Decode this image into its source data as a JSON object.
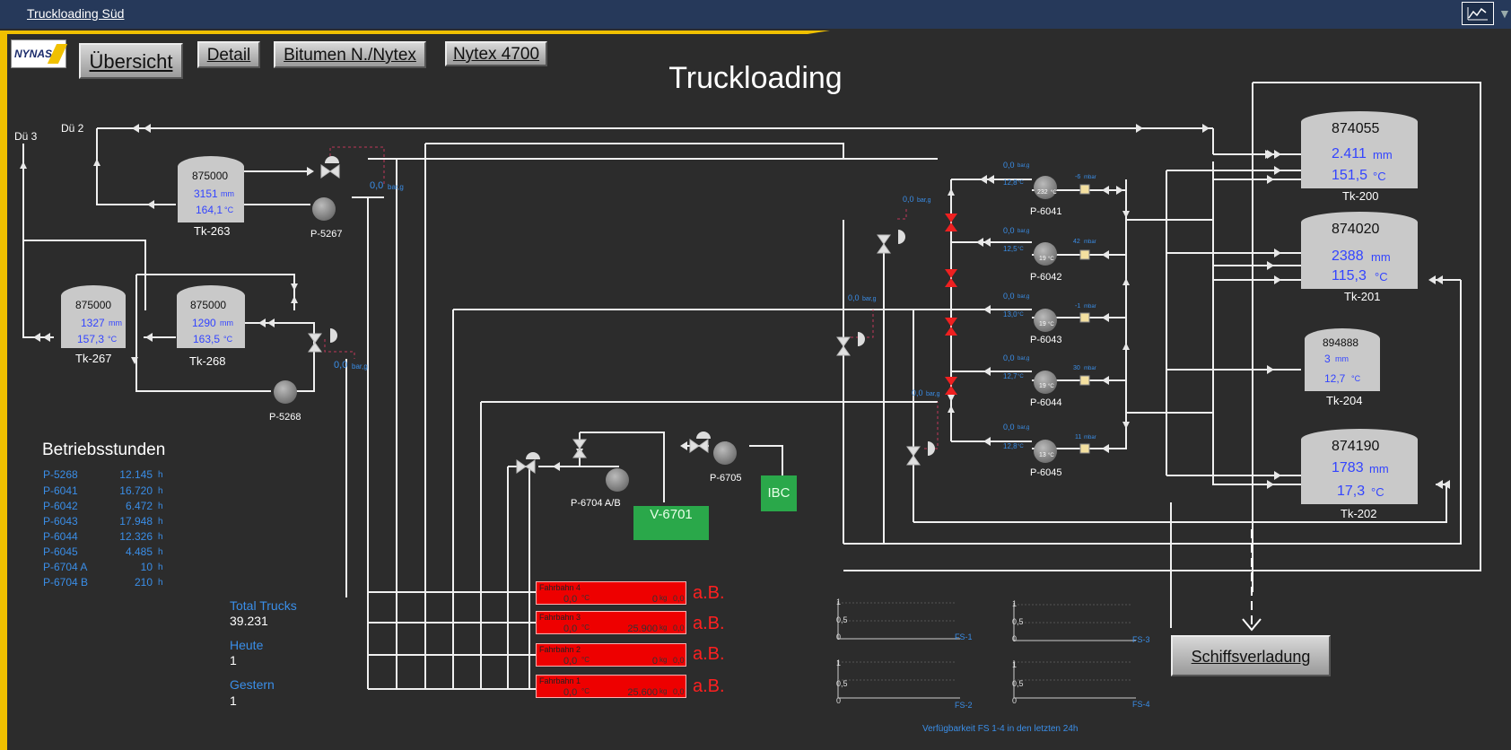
{
  "header": {
    "title": "Truckloading Süd"
  },
  "logo_text": "NYNAS",
  "nav": {
    "uebersicht": "Übersicht",
    "detail": "Detail",
    "bitumen": "Bitumen N./Nytex",
    "nytex": "Nytex 4700"
  },
  "page_title": "Truckloading",
  "feeds": {
    "du3": "Dü 3",
    "du2": "Dü 2"
  },
  "tanks_left": {
    "tk263": {
      "id": "875000",
      "level": "3151",
      "level_unit": "mm",
      "temp": "164,1",
      "temp_unit": "°C",
      "name": "Tk-263"
    },
    "tk267": {
      "id": "875000",
      "level": "1327",
      "level_unit": "mm",
      "temp": "157,3",
      "temp_unit": "°C",
      "name": "Tk-267"
    },
    "tk268": {
      "id": "875000",
      "level": "1290",
      "level_unit": "mm",
      "temp": "163,5",
      "temp_unit": "°C",
      "name": "Tk-268"
    }
  },
  "tanks_right": {
    "tk200": {
      "id": "874055",
      "level": "2.411",
      "level_unit": "mm",
      "temp": "151,5",
      "temp_unit": "°C",
      "name": "Tk-200"
    },
    "tk201": {
      "id": "874020",
      "level": "2388",
      "level_unit": "mm",
      "temp": "115,3",
      "temp_unit": "°C",
      "name": "Tk-201"
    },
    "tk204": {
      "id": "894888",
      "level": "3",
      "level_unit": "mm",
      "temp": "12,7",
      "temp_unit": "°C",
      "name": "Tk-204"
    },
    "tk202": {
      "id": "874190",
      "level": "1783",
      "level_unit": "mm",
      "temp": "17,3",
      "temp_unit": "°C",
      "name": "Tk-202"
    }
  },
  "pumps": {
    "p5267": "P-5267",
    "p5268": "P-5268",
    "p6704": "P-6704 A/B",
    "p6705": "P-6705"
  },
  "pressures": {
    "p1": "0,0",
    "p2": "0,0",
    "p3": "0,0",
    "p4": "0,0",
    "p5": "0,0",
    "unit": "bar,g"
  },
  "pump_rows": [
    {
      "name": "P-6041",
      "pressure": "0,0",
      "temp": "12,8",
      "pump_temp": "232",
      "diff": "-6"
    },
    {
      "name": "P-6042",
      "pressure": "0,0",
      "temp": "12,5",
      "pump_temp": "19",
      "diff": "42"
    },
    {
      "name": "P-6043",
      "pressure": "0,0",
      "temp": "13,0",
      "pump_temp": "19",
      "diff": "-1"
    },
    {
      "name": "P-6044",
      "pressure": "0,0",
      "temp": "12,7",
      "pump_temp": "19",
      "diff": "30"
    },
    {
      "name": "P-6045",
      "pressure": "0,0",
      "temp": "12,8",
      "pump_temp": "13",
      "diff": "11"
    }
  ],
  "units": {
    "bar": "bar,g",
    "degc": "°C",
    "mbar": "mbar"
  },
  "vessels": {
    "v6701": "V-6701",
    "ibc": "IBC"
  },
  "betriebsstunden": {
    "title": "Betriebsstunden",
    "unit": "h",
    "rows": [
      {
        "name": "P-5268",
        "value": "12.145"
      },
      {
        "name": "P-6041",
        "value": "16.720"
      },
      {
        "name": "P-6042",
        "value": "6.472"
      },
      {
        "name": "P-6043",
        "value": "17.948"
      },
      {
        "name": "P-6044",
        "value": "12.326"
      },
      {
        "name": "P-6045",
        "value": "4.485"
      },
      {
        "name": "P-6704 A",
        "value": "10"
      },
      {
        "name": "P-6704 B",
        "value": "210"
      }
    ]
  },
  "trucks": {
    "total_label": "Total Trucks",
    "total": "39.231",
    "heute_label": "Heute",
    "heute": "1",
    "gestern_label": "Gestern",
    "gestern": "1"
  },
  "fahrbahnen": [
    {
      "name": "Fahrbahn 4",
      "temp": "0,0",
      "temp_unit": "°C",
      "kg": "0",
      "kg_unit": "kg",
      "extra": "0,0",
      "status": "a.B."
    },
    {
      "name": "Fahrbahn 3",
      "temp": "0,0",
      "temp_unit": "°C",
      "kg": "25.900",
      "kg_unit": "kg",
      "extra": "0,0",
      "status": "a.B."
    },
    {
      "name": "Fahrbahn 2",
      "temp": "0,0",
      "temp_unit": "°C",
      "kg": "0",
      "kg_unit": "kg",
      "extra": "0,0",
      "status": "a.B."
    },
    {
      "name": "Fahrbahn 1",
      "temp": "0,0",
      "temp_unit": "°C",
      "kg": "25.600",
      "kg_unit": "kg",
      "extra": "0,0",
      "status": "a.B."
    }
  ],
  "fs_charts": {
    "ticks": [
      "1",
      "0,5",
      "0"
    ],
    "labels": [
      "FS-1",
      "FS-3",
      "FS-2",
      "FS-4"
    ],
    "caption": "Verfügbarkeit FS 1-4 in den letzten 24h"
  },
  "schiffsverladung": "Schiffsverladung",
  "colors": {
    "accent": "#f0c000",
    "header": "#26395a",
    "alarm": "#ee0000",
    "value_blue": "#3344ff",
    "label_blue": "#3a8ee8",
    "green": "#2aa84a"
  }
}
